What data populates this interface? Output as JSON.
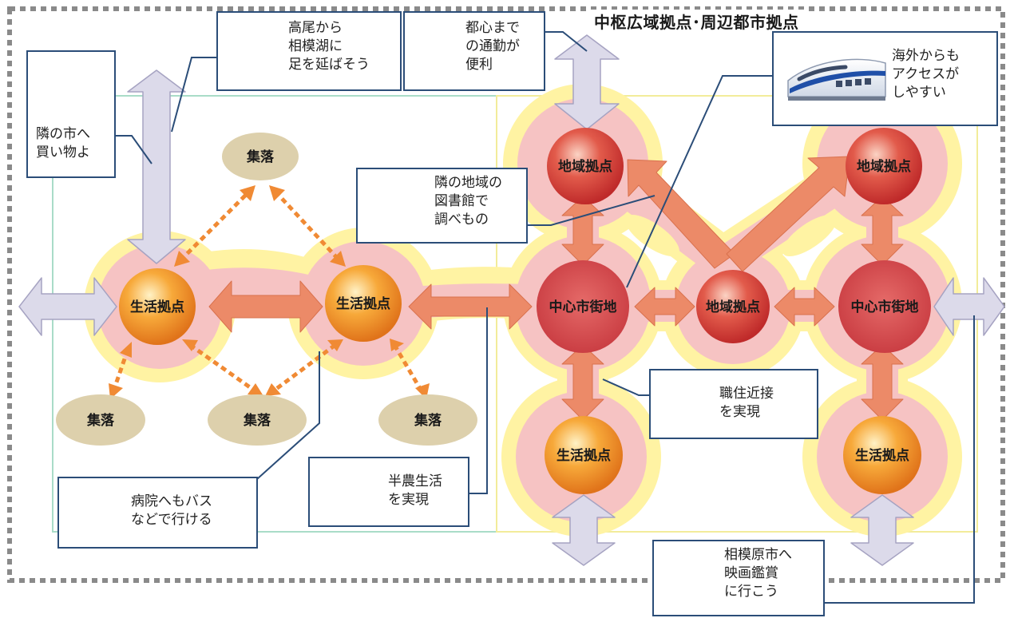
{
  "title": "中枢広域拠点･周辺都市拠点",
  "nodes": {
    "shuraku_top": "集落",
    "shuraku_bl": "集落",
    "shuraku_bm": "集落",
    "shuraku_br": "集落",
    "seikatsu_1": "生活拠点",
    "seikatsu_2": "生活拠点",
    "seikatsu_3": "生活拠点",
    "seikatsu_4": "生活拠点",
    "chushin_1": "中心市街地",
    "chushin_2": "中心市街地",
    "chiiki_1": "地域拠点",
    "chiiki_2": "地域拠点",
    "chiiki_3": "地域拠点"
  },
  "callouts": {
    "shopping": "隣の市へ\n買い物よ",
    "takao": "高尾から\n相模湖に\n足を延ばそう",
    "commute": "都心まで\nの通勤が\n便利",
    "overseas": "海外からも\nアクセスが\nしやすい",
    "library": "隣の地域の\n図書館で\n調べもの",
    "work_live": "職住近接\nを実現",
    "hospital": "病院へもバス\nなどで行ける",
    "half_farm": "半農生活\nを実現",
    "movie": "相模原市へ\n映画鑑賞\nに行こう"
  },
  "colors": {
    "frame": "#8a8a8a",
    "callout_border": "#2b4d78",
    "orange_node": "#f2941f",
    "red_node": "#d33a34",
    "village": "#ddd0ac",
    "zone_yellow": "#fff3a3",
    "zone_pink": "#f6c3c3",
    "arrow_salmon": "#ec8a68",
    "arrow_lavender": "#dcdaea",
    "dashed_arrow": "#f08a34"
  }
}
